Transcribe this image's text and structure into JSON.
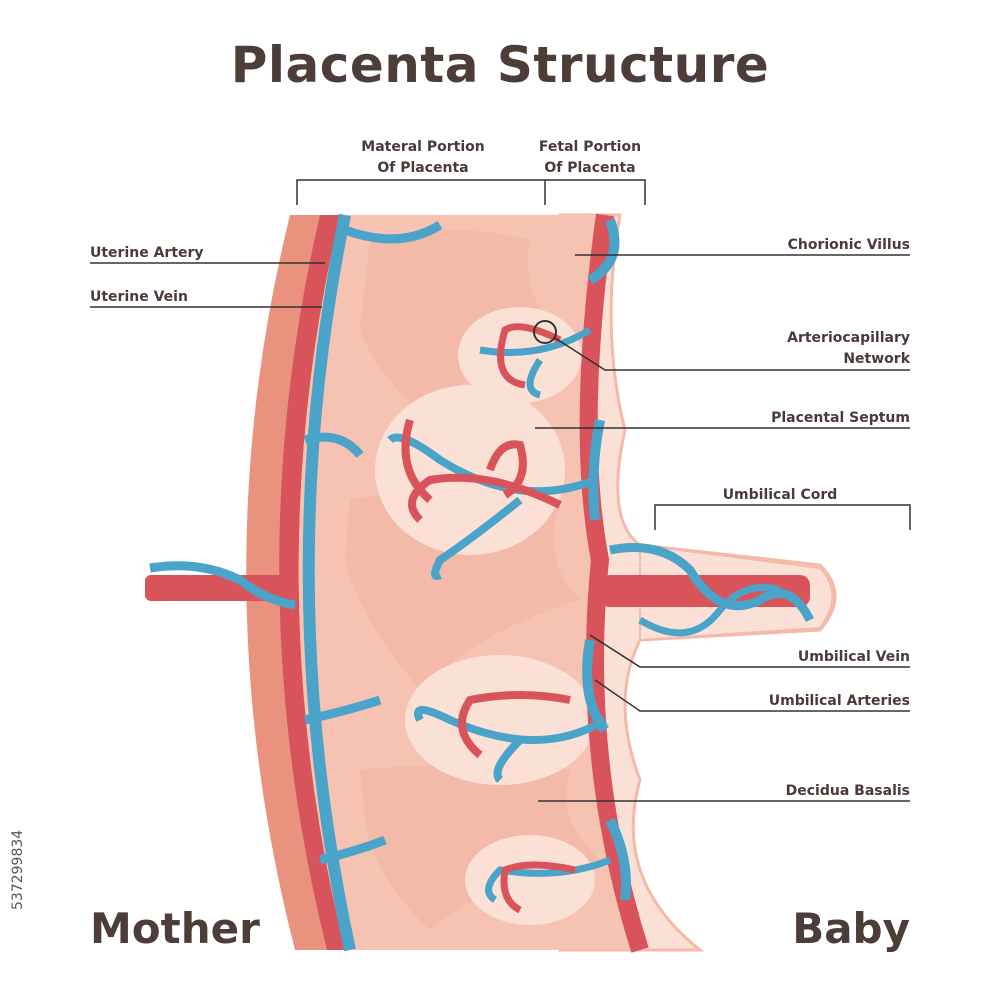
{
  "title": "Placenta Structure",
  "bottom_labels": {
    "left": "Mother",
    "right": "Baby"
  },
  "top_labels": {
    "maternal_line1": "Materal Portion",
    "maternal_line2": "Of Placenta",
    "fetal_line1": "Fetal Portion",
    "fetal_line2": "Of Placenta"
  },
  "left_labels": {
    "uterine_artery": "Uterine Artery",
    "uterine_vein": "Uterine Vein"
  },
  "right_labels": {
    "chorionic_villus": "Chorionic Villus",
    "arteriocapillary_line1": "Arteriocapillary",
    "arteriocapillary_line2": "Network",
    "placental_septum": "Placental Septum",
    "umbilical_cord": "Umbilical Cord",
    "umbilical_vein": "Umbilical Vein",
    "umbilical_arteries": "Umbilical Arteries",
    "decidua_basalis": "Decidua Basalis"
  },
  "watermark_id": "537299834",
  "colors": {
    "artery": "#d9535a",
    "vein": "#4aa3c9",
    "tissue_light": "#f9d6cc",
    "tissue_mid": "#f3b7a6",
    "tissue_dark": "#e9937f",
    "text": "#4a3b37"
  }
}
